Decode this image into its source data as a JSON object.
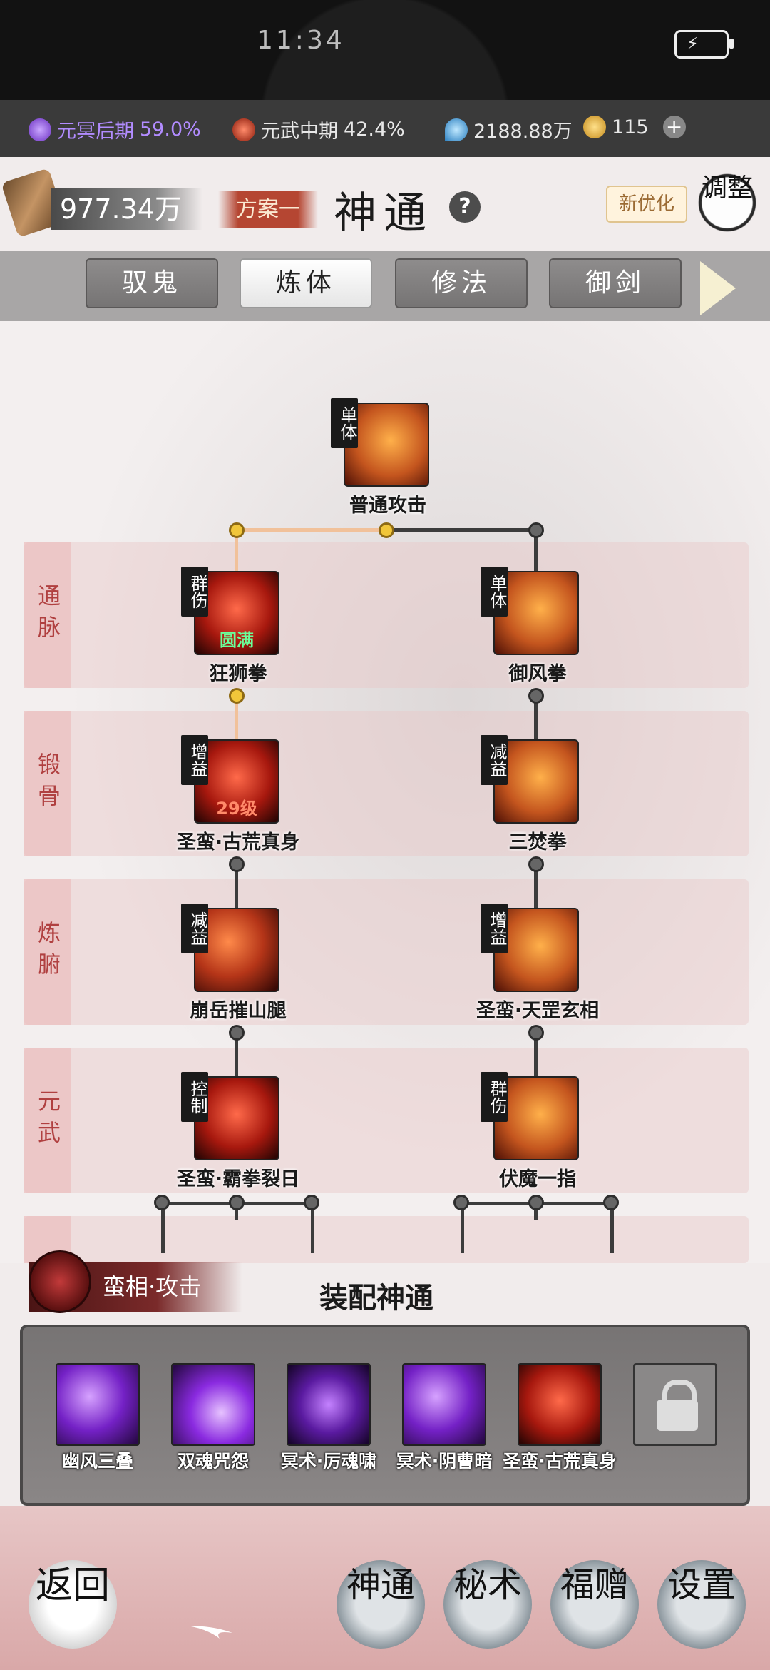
{
  "status": {
    "time": "11:34"
  },
  "resources": [
    {
      "label": "元冥后期",
      "value": "59.0%",
      "color": "#b28cff"
    },
    {
      "label": "元武中期",
      "value": "42.4%",
      "color": "#e8e8e8"
    },
    {
      "label": "",
      "value": "2188.88万",
      "color": "#e8e8e8"
    },
    {
      "label": "",
      "value": "115",
      "color": "#e8e8e8"
    }
  ],
  "header": {
    "wealth": "977.34万",
    "plan": "方案一",
    "title": "神通",
    "help": "?",
    "new_opt": "新优化",
    "adjust": "调整"
  },
  "tabs": [
    {
      "label": "驭鬼",
      "active": false
    },
    {
      "label": "炼体",
      "active": true
    },
    {
      "label": "修法",
      "active": false
    },
    {
      "label": "御剑",
      "active": false
    }
  ],
  "tiers": [
    "通脉",
    "锻骨",
    "炼腑",
    "元武"
  ],
  "skills": {
    "root": {
      "name": "普通攻击",
      "badge": "单体"
    },
    "left": [
      {
        "name": "狂狮拳",
        "badge": "群伤",
        "sub": "圆满"
      },
      {
        "name": "圣蛮·古荒真身",
        "badge": "增益",
        "sub": "29级"
      },
      {
        "name": "崩岳摧山腿",
        "badge": "减益",
        "sub": ""
      },
      {
        "name": "圣蛮·霸拳裂日",
        "badge": "控制",
        "sub": ""
      }
    ],
    "right": [
      {
        "name": "御风拳",
        "badge": "单体",
        "sub": ""
      },
      {
        "name": "三焚拳",
        "badge": "减益",
        "sub": ""
      },
      {
        "name": "圣蛮·天罡玄相",
        "badge": "增益",
        "sub": ""
      },
      {
        "name": "伏魔一指",
        "badge": "群伤",
        "sub": ""
      }
    ]
  },
  "equip": {
    "banner": "蛮相·攻击",
    "title": "装配神通",
    "items": [
      {
        "name": "幽风三叠"
      },
      {
        "name": "双魂咒怨"
      },
      {
        "name": "冥术·厉魂啸"
      },
      {
        "name": "冥术·阴曹暗"
      },
      {
        "name": "圣蛮·古荒真身"
      },
      {
        "name": ""
      }
    ]
  },
  "bottom": {
    "back": "返回",
    "nav": [
      "神通",
      "秘术",
      "福赠",
      "设置"
    ]
  }
}
